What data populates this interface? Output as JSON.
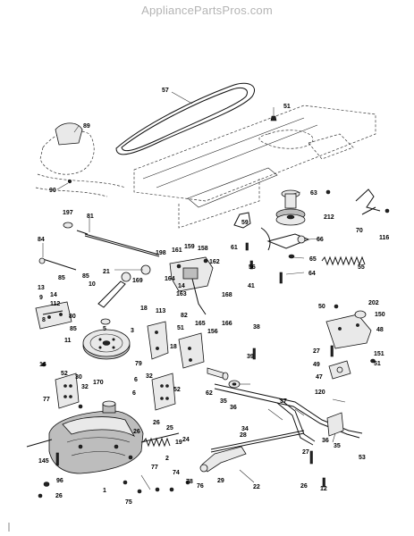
{
  "watermark": "AppliancePartsPros.com",
  "callouts": {
    "c1": "1",
    "c2": "2",
    "c3": "3",
    "c5": "5",
    "c6a": "6",
    "c6b": "6",
    "c8": "8",
    "c9": "9",
    "c10": "10",
    "c11": "11",
    "c12": "12",
    "c13": "13",
    "c14a": "14",
    "c14b": "14",
    "c16": "16",
    "c18a": "18",
    "c18b": "18",
    "c19": "19",
    "c21": "21",
    "c22": "22",
    "c24": "24",
    "c25": "25",
    "c26a": "26",
    "c26b": "26",
    "c26c": "26",
    "c26d": "26",
    "c27a": "27",
    "c27b": "27",
    "c28": "28",
    "c29": "29",
    "c30": "30",
    "c32a": "32",
    "c32b": "32",
    "c34": "34",
    "c35a": "35",
    "c35b": "35",
    "c36a": "36",
    "c36b": "36",
    "c37": "37",
    "c38": "38",
    "c39": "39",
    "c41": "41",
    "c47": "47",
    "c48": "48",
    "c49": "49",
    "c50": "50",
    "c51a": "51",
    "c51b": "51",
    "c51c": "51",
    "c52a": "52",
    "c52b": "52",
    "c53": "53",
    "c55": "55",
    "c56": "56",
    "c57": "57",
    "c59": "59",
    "c61": "61",
    "c62": "62",
    "c63": "63",
    "c64": "64",
    "c65": "65",
    "c66": "66",
    "c70": "70",
    "c74": "74",
    "c75": "75",
    "c76": "76",
    "c77a": "77",
    "c77b": "77",
    "c78": "78",
    "c79": "79",
    "c80": "80",
    "c81": "81",
    "c82": "82",
    "c84": "84",
    "c85a": "85",
    "c85b": "85",
    "c89": "89",
    "c90": "90",
    "c96": "96",
    "c112": "112",
    "c113": "113",
    "c116": "116",
    "c120": "120",
    "c145": "145",
    "c150": "150",
    "c151": "151",
    "c156": "156",
    "c158": "158",
    "c159": "159",
    "c161": "161",
    "c162": "162",
    "c163": "163",
    "c164": "164",
    "c165": "165",
    "c166": "166",
    "c168": "168",
    "c169": "169",
    "c170": "170",
    "c197": "197",
    "c198": "198",
    "c202": "202",
    "c212": "212"
  }
}
